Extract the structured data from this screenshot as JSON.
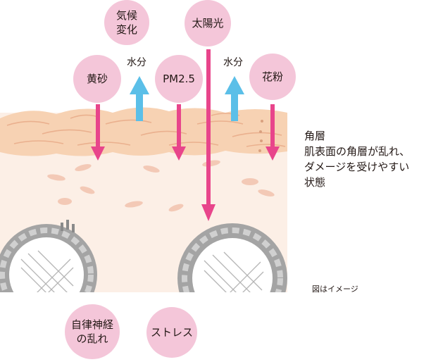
{
  "factors_top": {
    "climate": "気候\n変化",
    "sun": "太陽光",
    "sand": "黄砂",
    "pm": "PM2.5",
    "pollen": "花粉"
  },
  "moisture_label_1": "水分",
  "moisture_label_2": "水分",
  "factors_bottom": {
    "autonomic": "自律神経\nの乱れ",
    "stress": "ストレス"
  },
  "side_text": {
    "title": "角層",
    "line1": "肌表面の角層が乱れ、",
    "line2": "ダメージを受けやすい",
    "line3": "状態"
  },
  "note": "図はイメージ",
  "colors": {
    "bubble": "#f4c6d9",
    "arrow_pink": "#e8458b",
    "arrow_blue": "#5bbfe8",
    "skin_base": "#fcefe6",
    "stratum_corneum": "#f7d2b3"
  }
}
